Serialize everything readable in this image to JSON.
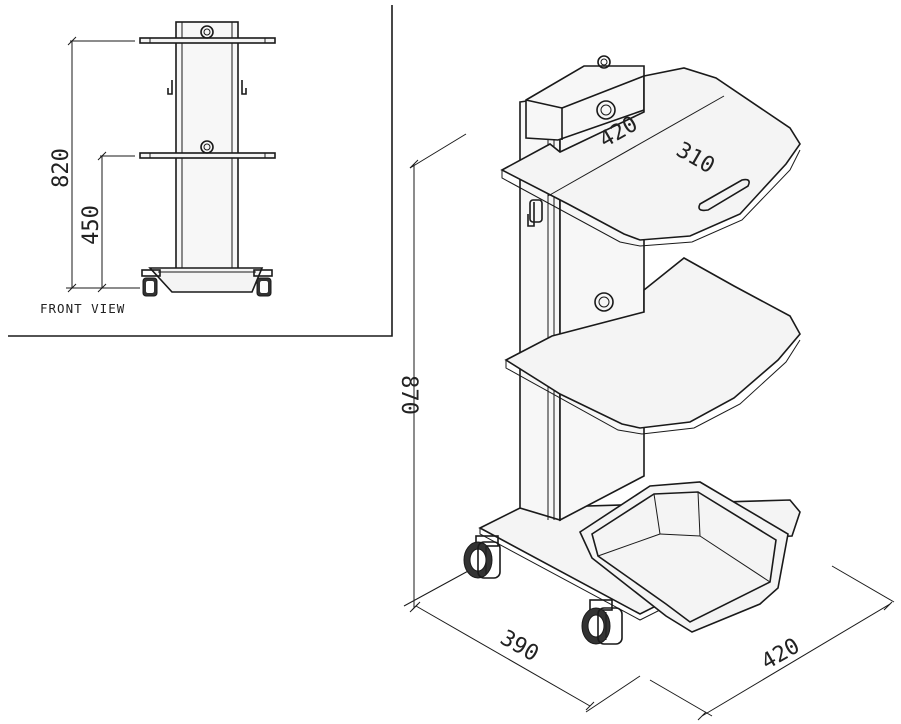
{
  "front_view": {
    "label": "FRONT VIEW",
    "dim_total": "820",
    "dim_lower": "450"
  },
  "iso_view": {
    "dim_height": "870",
    "dim_depth": "390",
    "dim_width": "420",
    "dim_shelf_width": "420",
    "dim_shelf_depth": "310"
  }
}
